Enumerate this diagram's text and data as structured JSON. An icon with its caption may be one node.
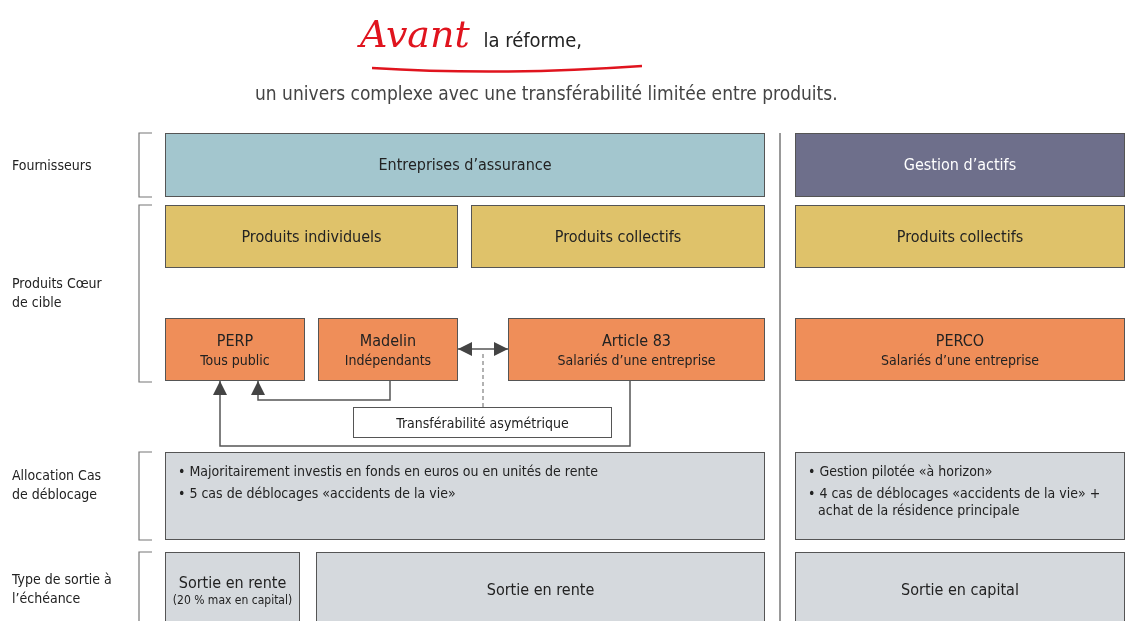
{
  "diagram": {
    "title": "*Avant* la réforme,",
    "nodes": [
      {
        "text": [
          "Entreprises d’assurance"
        ]
      },
      {
        "text": [
          "Gestion d’actifs"
        ]
      },
      {
        "text": [
          "Produits individuels"
        ]
      },
      {
        "text": [
          "Produits collectifs"
        ]
      },
      {
        "text": [
          "Produits collectifs"
        ]
      },
      {
        "text": [
          "PERP",
          "Tous public"
        ]
      },
      {
        "text": [
          "Madelin",
          "Indépendants"
        ]
      },
      {
        "text": [
          "Article 83",
          "Salariés d’une entreprise"
        ]
      },
      {
        "text": [
          "PERCO",
          "Salariés d’une entreprise"
        ]
      },
      {
        "text": [
          "Transférabilité asymétrique"
        ]
      },
      {
        "text": [
          "• Majoritairement investis en fonds en euros ou en unités de rente",
          "• 5 cas de déblocages «accidents de la vie»"
        ]
      },
      {
        "text": [
          "• Gestion pilotée «à horizon»",
          "• 4 cas de déblocages «accidents de la vie» + achat de la résidence principale"
        ]
      },
      {
        "text": [
          "Sortie en rente",
          "(20 % max en capital)"
        ]
      },
      {
        "text": [
          "Sortie en rente"
        ]
      },
      {
        "text": [
          "Sortie en capital"
        ]
      }
    ],
    "edges": [
      {
        "from": 6,
        "to": 7,
        "arrow": "both"
      },
      {
        "from": 7,
        "to": 5,
        "arrow": "to"
      },
      {
        "from": 6,
        "to": 5,
        "arrow": "to"
      },
      {
        "from": 9,
        "to": null,
        "arrow": "none",
        "style": "dashed"
      }
    ],
    "labels": [
      "un univers complexe avec une transférabilité limitée entre produits.",
      "Fournisseurs",
      "Produits Cœur de cible",
      "Allocation Cas de déblocage",
      "Type de sortie à l’échéance"
    ]
  }
}
